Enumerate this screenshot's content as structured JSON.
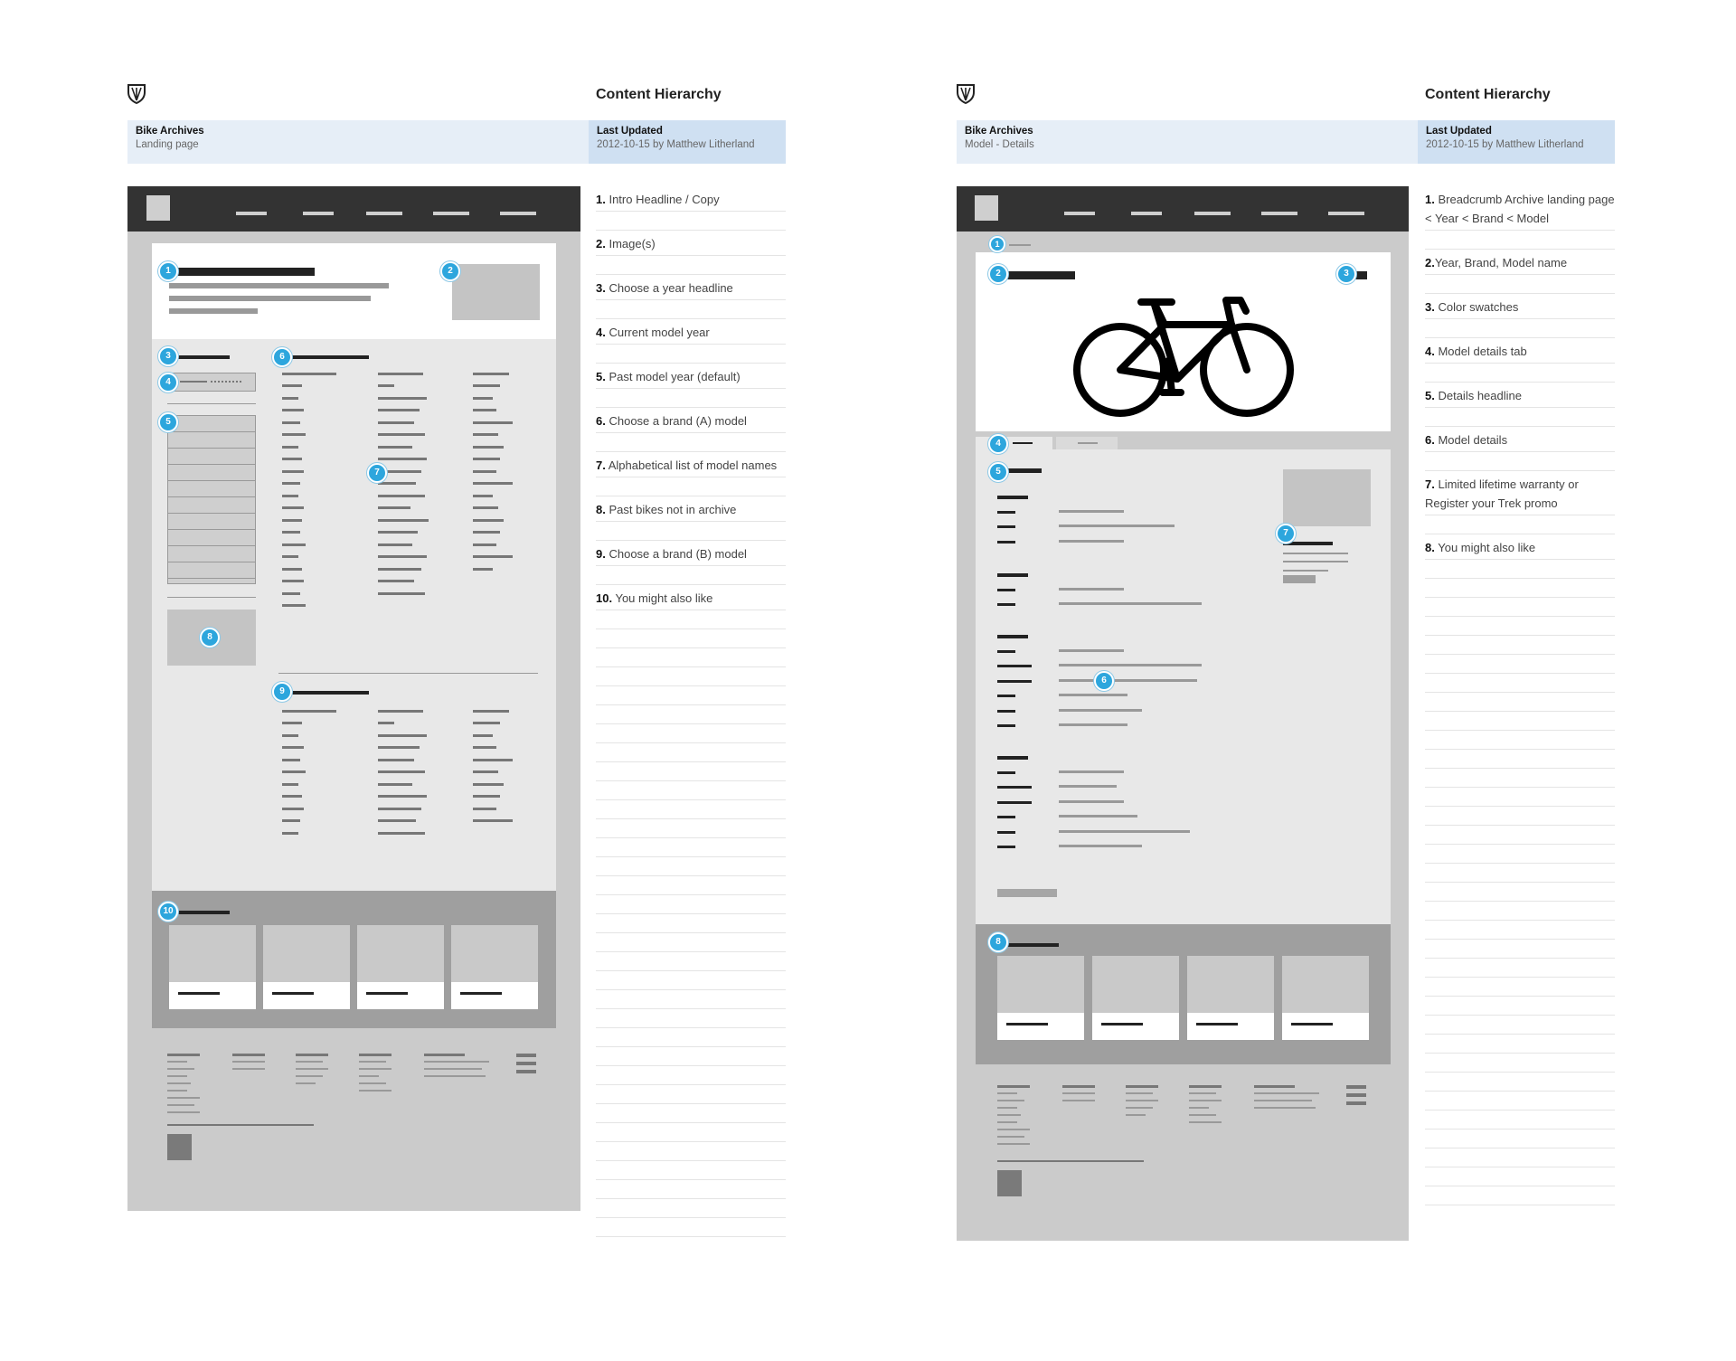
{
  "left_sheet": {
    "heading": "Content Hierarchy",
    "site_name": "Bike Archives",
    "page_type": "Landing page",
    "last_updated_label": "Last Updated",
    "last_updated_value": "2012-10-15 by Matthew Litherland",
    "legend": [
      {
        "num": "1.",
        "text": "Intro Headline / Copy"
      },
      {
        "num": "2.",
        "text": "Image(s)"
      },
      {
        "num": "3.",
        "text": "Choose a year headline"
      },
      {
        "num": "4.",
        "text": "Current model year"
      },
      {
        "num": "5.",
        "text": "Past model year (default)"
      },
      {
        "num": "6.",
        "text": "Choose a brand (A) model"
      },
      {
        "num": "7.",
        "text": "Alphabetical list of model names"
      },
      {
        "num": "8.",
        "text": "Past bikes not in archive"
      },
      {
        "num": "9.",
        "text": "Choose a brand (B) model"
      },
      {
        "num": "10.",
        "text": "You might also like"
      }
    ],
    "markers": [
      "1",
      "2",
      "3",
      "4",
      "5",
      "6",
      "7",
      "8",
      "9",
      "10"
    ]
  },
  "right_sheet": {
    "heading": "Content Hierarchy",
    "site_name": "Bike Archives",
    "page_type": "Model - Details",
    "last_updated_label": "Last Updated",
    "last_updated_value": "2012-10-15 by Matthew Litherland",
    "legend": [
      {
        "num": "1.",
        "text": "Breadcrumb Archive landing page < Year < Brand < Model"
      },
      {
        "num": "2.",
        "text": "Year, Brand, Model name"
      },
      {
        "num": "3.",
        "text": "Color swatches"
      },
      {
        "num": "4.",
        "text": "Model details tab"
      },
      {
        "num": "5.",
        "text": "Details headline"
      },
      {
        "num": "6.",
        "text": "Model details"
      },
      {
        "num": "7.",
        "text": "Limited lifetime warranty or Register your Trek promo"
      },
      {
        "num": "8.",
        "text": "You might also like"
      }
    ],
    "markers": [
      "1",
      "2",
      "3",
      "4",
      "5",
      "6",
      "7",
      "8"
    ]
  },
  "icons": {
    "logo": "trek-shield-logo-icon",
    "hero": "bicycle-icon"
  }
}
